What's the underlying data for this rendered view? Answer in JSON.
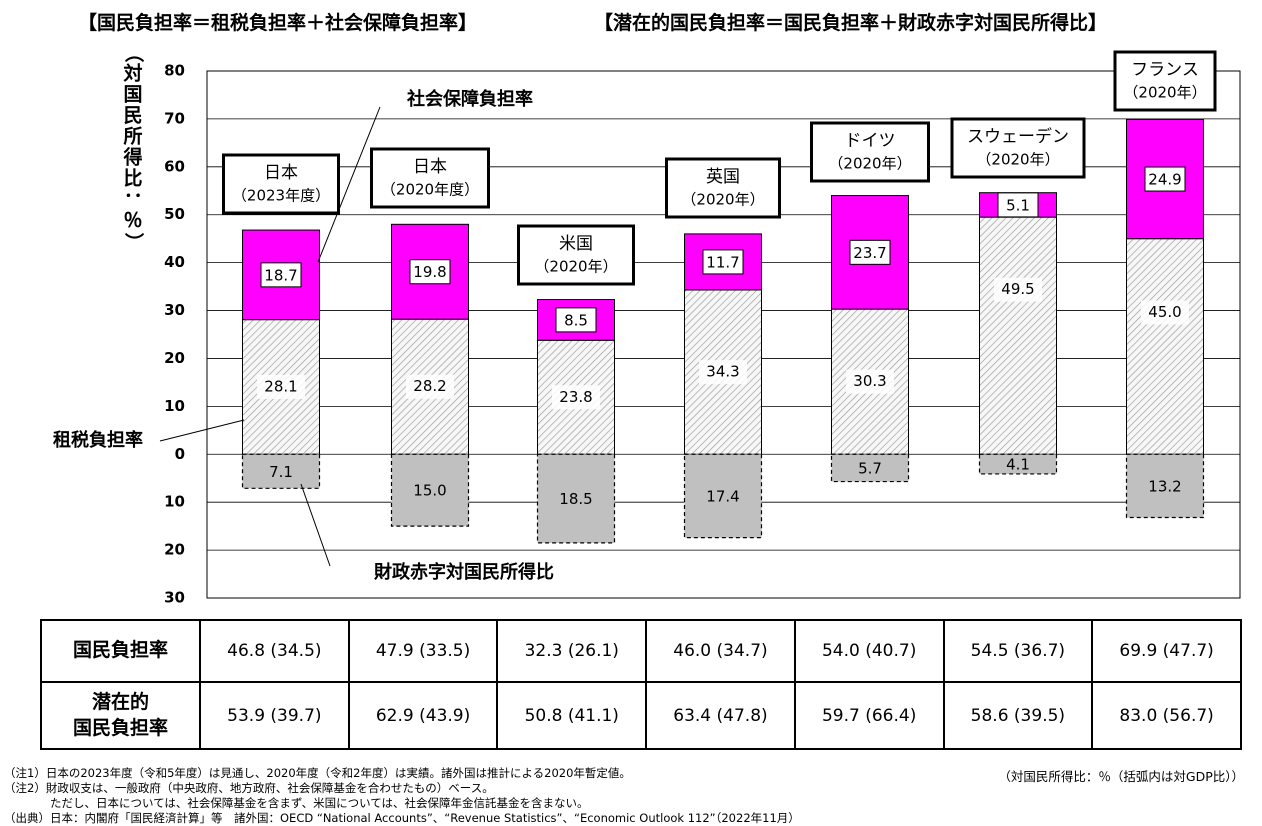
{
  "headline_left": "【国民負担率＝租税負担率＋社会保障負担率】",
  "headline_right": "【潜在的国民負担率＝国民負担率＋財政赤字対国民所得比】",
  "chart_data": {
    "type": "bar",
    "stacked": true,
    "ylabel": "（対国民所得比：％）",
    "ylim": [
      -30,
      80
    ],
    "yticks": [
      {
        "value": 80,
        "label": "80"
      },
      {
        "value": 70,
        "label": "70"
      },
      {
        "value": 60,
        "label": "60"
      },
      {
        "value": 50,
        "label": "50"
      },
      {
        "value": 40,
        "label": "40"
      },
      {
        "value": 30,
        "label": "30"
      },
      {
        "value": 20,
        "label": "20"
      },
      {
        "value": 10,
        "label": "10"
      },
      {
        "value": 0,
        "label": "0"
      },
      {
        "value": -10,
        "label": "10"
      },
      {
        "value": -20,
        "label": "20"
      },
      {
        "value": -30,
        "label": "30"
      }
    ],
    "grid": true,
    "categories": [
      {
        "line1": "日本",
        "line2": "（2023年度）"
      },
      {
        "line1": "日本",
        "line2": "（2020年度）"
      },
      {
        "line1": "米国",
        "line2": "（2020年）"
      },
      {
        "line1": "英国",
        "line2": "（2020年）"
      },
      {
        "line1": "ドイツ",
        "line2": "（2020年）"
      },
      {
        "line1": "スウェーデン",
        "line2": "（2020年）"
      },
      {
        "line1": "フランス",
        "line2": "（2020年）"
      }
    ],
    "series": [
      {
        "name": "租税負担率",
        "values": [
          28.1,
          28.2,
          23.8,
          34.3,
          30.3,
          49.5,
          45.0
        ],
        "labels": [
          "28.1",
          "28.2",
          "23.8",
          "34.3",
          "30.3",
          "49.5",
          "45.0"
        ],
        "color": "#cfcfcf",
        "pattern": "hatch"
      },
      {
        "name": "社会保障負担率",
        "values": [
          18.7,
          19.8,
          8.5,
          11.7,
          23.7,
          5.1,
          24.9
        ],
        "labels": [
          "18.7",
          "19.8",
          "8.5",
          "11.7",
          "23.7",
          "5.1",
          "24.9"
        ],
        "color": "#ff00ff"
      },
      {
        "name": "財政赤字対国民所得比",
        "values": [
          -7.1,
          -15.0,
          -18.5,
          -17.4,
          -5.7,
          -4.1,
          -13.2
        ],
        "labels": [
          "7.1",
          "15.0",
          "18.5",
          "17.4",
          "5.7",
          "4.1",
          "13.2"
        ],
        "color": "#c0c0c0",
        "dashed": true
      }
    ]
  },
  "table": {
    "rows": [
      {
        "label": "国民負担率",
        "values": [
          "46.8 (34.5)",
          "47.9 (33.5)",
          "32.3 (26.1)",
          "46.0 (34.7)",
          "54.0 (40.7)",
          "54.5 (36.7)",
          "69.9 (47.7)"
        ]
      },
      {
        "label_line1": "潜在的",
        "label_line2": "国民負担率",
        "values": [
          "53.9 (39.7)",
          "62.9 (43.9)",
          "50.8 (41.1)",
          "63.4 (47.8)",
          "59.7 (66.4)",
          "58.6 (39.5)",
          "83.0 (56.7)"
        ]
      }
    ]
  },
  "notes": [
    "（注1）日本の2023年度（令和5年度）は見通し、2020年度（令和2年度）は実績。諸外国は推計による2020年暫定値。",
    "（注2）財政収支は、一般政府（中央政府、地方政府、社会保障基金を合わせたもの）ベース。",
    "　　　　ただし、日本については、社会保障基金を含まず、米国については、社会保障年金信託基金を含まない。",
    "（出典）日本：内閣府「国民経済計算」等　諸外国：OECD “National Accounts”、“Revenue Statistics”、“Economic Outlook 112”（2022年11月）"
  ],
  "unit_note": "（対国民所得比：％（括弧内は対GDP比））"
}
